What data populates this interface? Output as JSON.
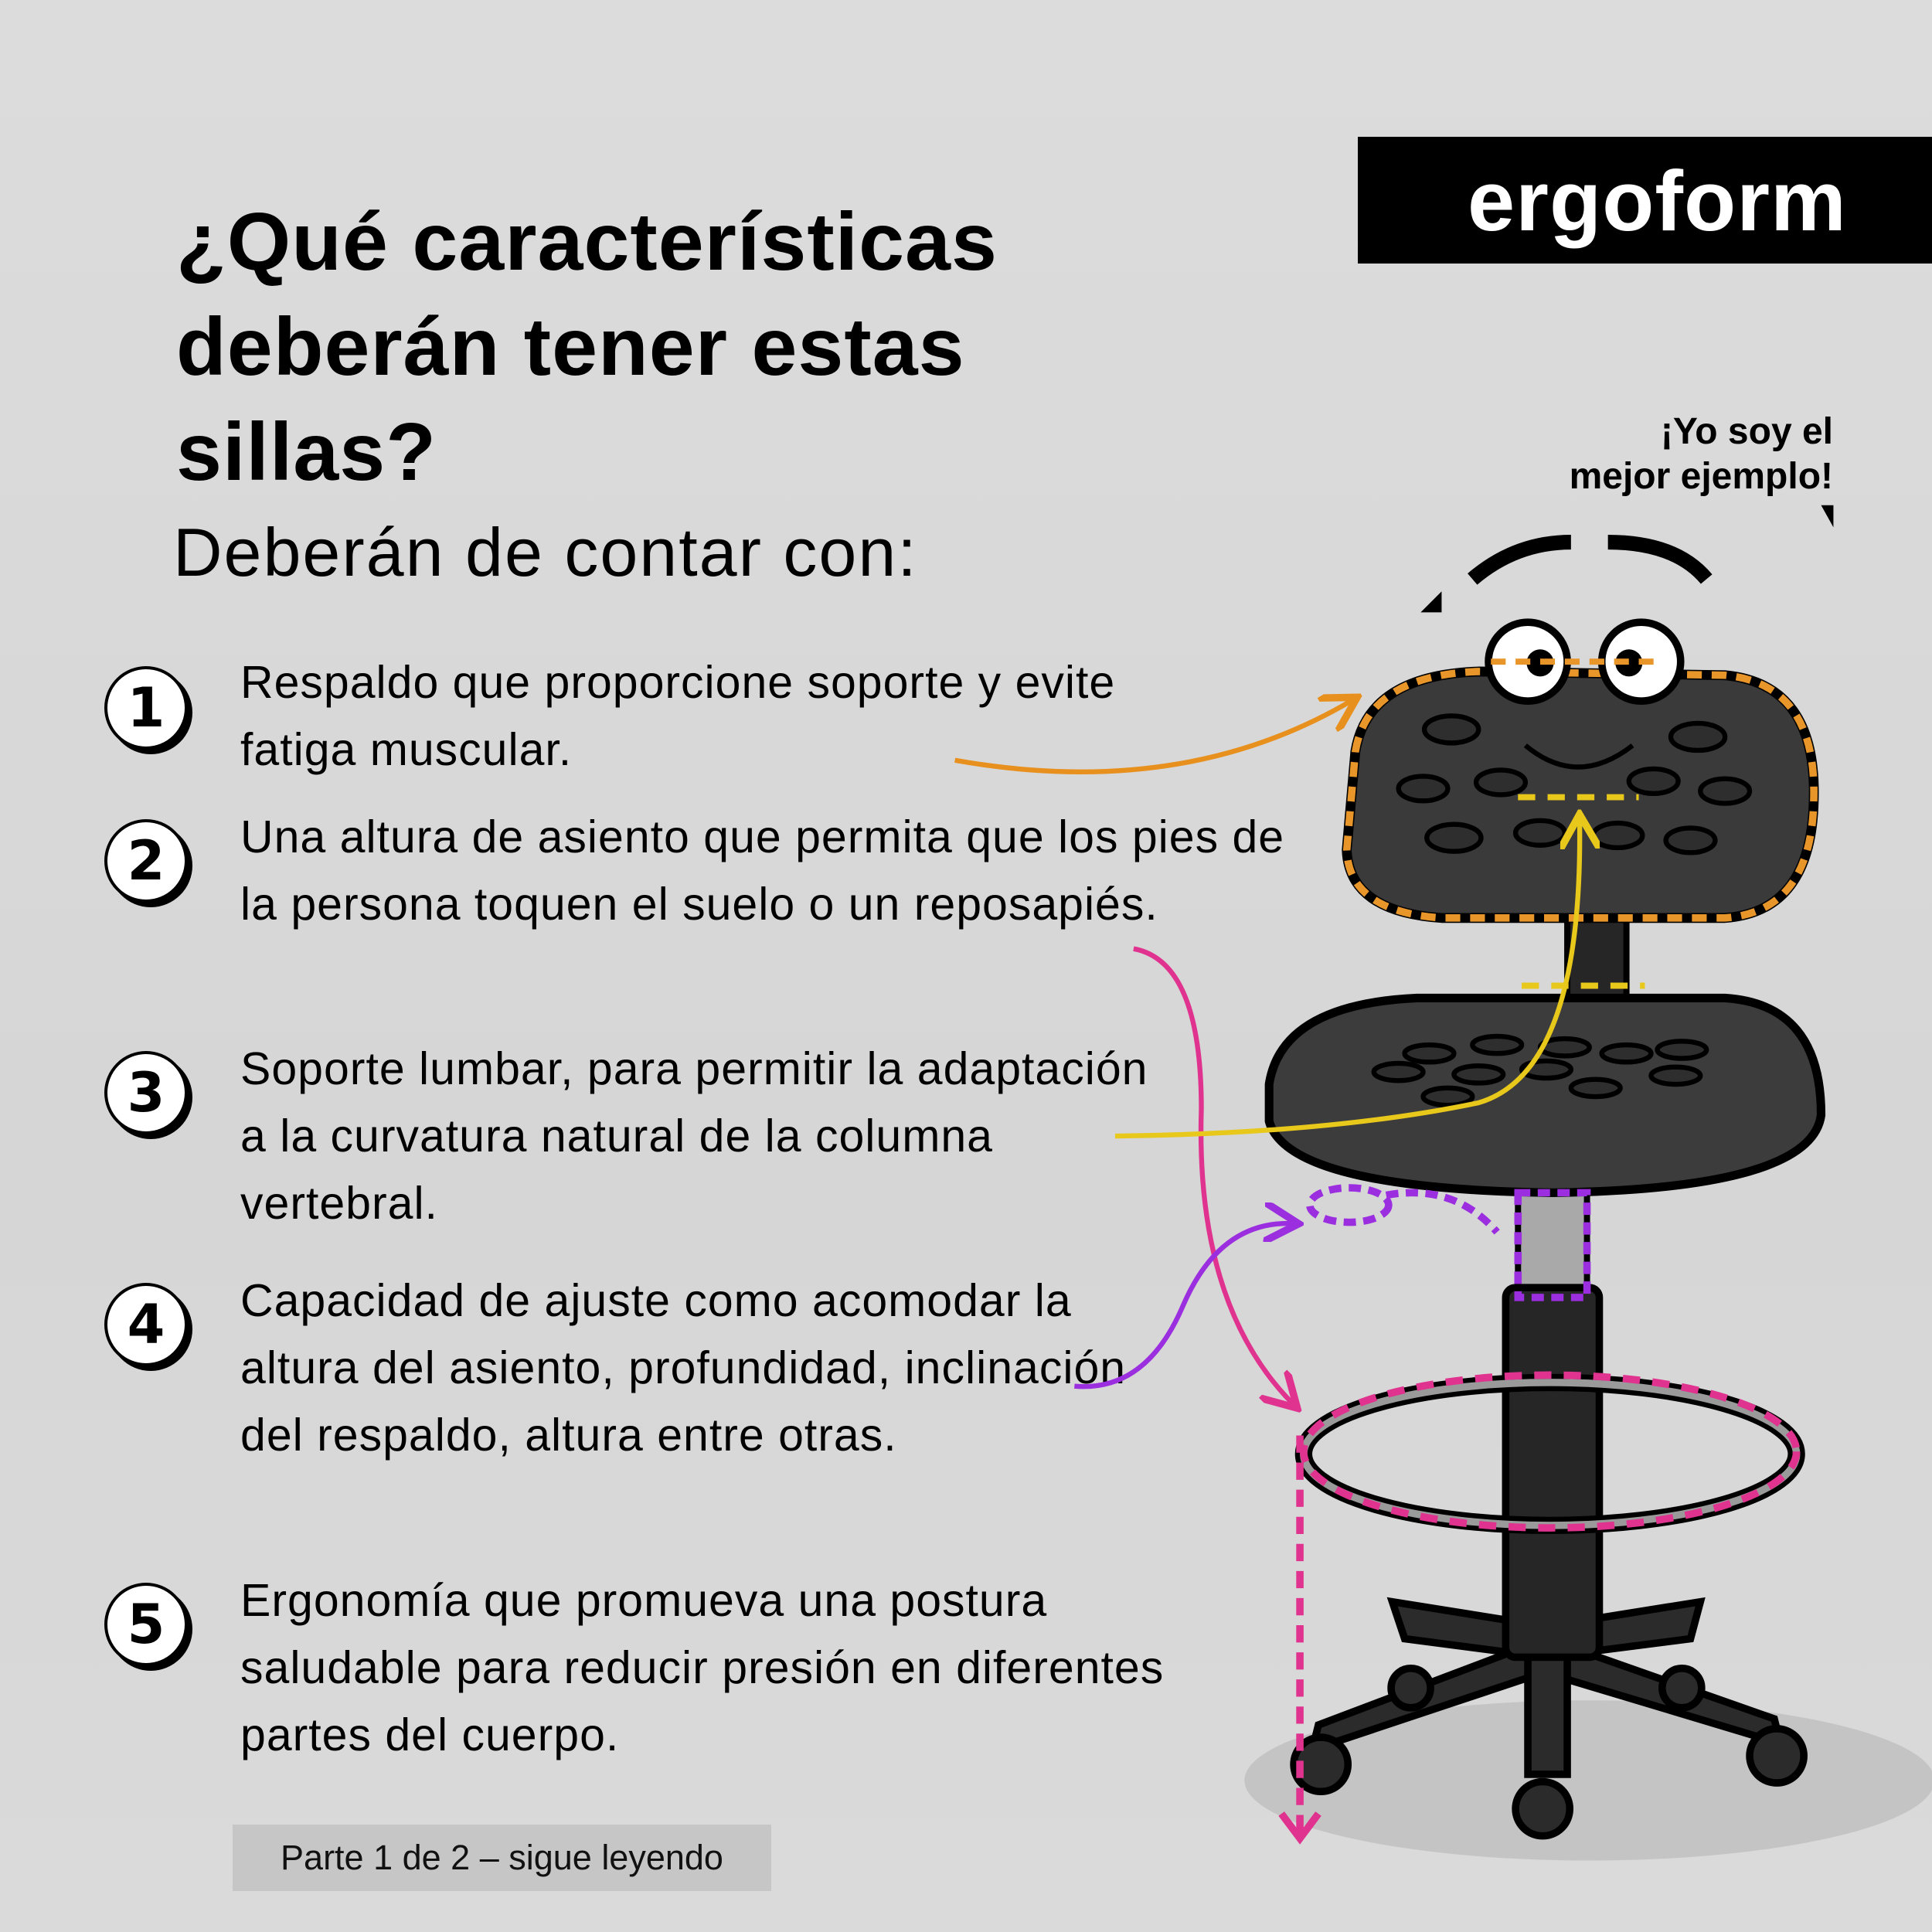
{
  "title": "¿Qué características deberán tener estas sillas?",
  "subtitle": "Deberán de contar con:",
  "items": [
    {
      "number": "1",
      "text": "Respaldo que proporcione soporte y evite fatiga muscular."
    },
    {
      "number": "2",
      "text": "Una altura de asiento que permita que los pies de la persona toquen el suelo o un reposapiés."
    },
    {
      "number": "3",
      "text": "Soporte lumbar, para permitir la adaptación a la curvatura natural de la columna vertebral."
    },
    {
      "number": "4",
      "text": "Capacidad de ajuste como acomodar la altura del asiento, profundidad, inclinación del respaldo, altura entre otras."
    },
    {
      "number": "5",
      "text": "Ergonomía que promueva una postura saludable para reducir presión en diferentes partes del cuerpo."
    }
  ],
  "brand": {
    "logo": "ergoform"
  },
  "speech_bubble": {
    "line1": "¡Yo soy el",
    "line2": "mejor ejemplo!"
  },
  "footer": {
    "label": "Parte 1 de 2 – sigue leyendo"
  },
  "colors": {
    "orange": "#e8901e",
    "pink": "#e0338f",
    "yellow": "#e8c81a",
    "purple": "#9b2fe0",
    "logo_bg": "#000000"
  }
}
